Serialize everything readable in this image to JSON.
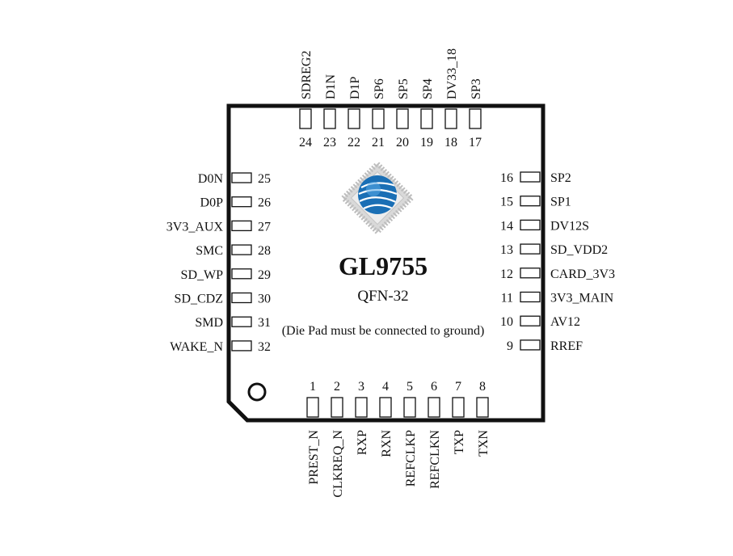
{
  "chip": {
    "name": "GL9755",
    "package": "QFN-32",
    "note": "(Die Pad must be connected to ground)"
  },
  "pins": {
    "top": [
      {
        "num": "24",
        "label": "SDREG2"
      },
      {
        "num": "23",
        "label": "D1N"
      },
      {
        "num": "22",
        "label": "D1P"
      },
      {
        "num": "21",
        "label": "SP6"
      },
      {
        "num": "20",
        "label": "SP5"
      },
      {
        "num": "19",
        "label": "SP4"
      },
      {
        "num": "18",
        "label": "DV33_18"
      },
      {
        "num": "17",
        "label": "SP3"
      }
    ],
    "left": [
      {
        "num": "25",
        "label": "D0N"
      },
      {
        "num": "26",
        "label": "D0P"
      },
      {
        "num": "27",
        "label": "3V3_AUX"
      },
      {
        "num": "28",
        "label": "SMC"
      },
      {
        "num": "29",
        "label": "SD_WP"
      },
      {
        "num": "30",
        "label": "SD_CDZ"
      },
      {
        "num": "31",
        "label": "SMD"
      },
      {
        "num": "32",
        "label": "WAKE_N"
      }
    ],
    "right": [
      {
        "num": "16",
        "label": "SP2"
      },
      {
        "num": "15",
        "label": "SP1"
      },
      {
        "num": "14",
        "label": "DV12S"
      },
      {
        "num": "13",
        "label": "SD_VDD2"
      },
      {
        "num": "12",
        "label": "CARD_3V3"
      },
      {
        "num": "11",
        "label": "3V3_MAIN"
      },
      {
        "num": "10",
        "label": "AV12"
      },
      {
        "num": "9",
        "label": "RREF"
      }
    ],
    "bottom": [
      {
        "num": "1",
        "label": "PREST_N"
      },
      {
        "num": "2",
        "label": "CLKREQ_N"
      },
      {
        "num": "3",
        "label": "RXP"
      },
      {
        "num": "4",
        "label": "RXN"
      },
      {
        "num": "5",
        "label": "REFCLKP"
      },
      {
        "num": "6",
        "label": "REFCLKN"
      },
      {
        "num": "7",
        "label": "TXP"
      },
      {
        "num": "8",
        "label": "TXN"
      }
    ]
  },
  "colors": {
    "outline": "#111111",
    "logo_blue": "#1a6fb5",
    "logo_frame": "#c9c9c9"
  },
  "icons": {
    "logo": "globe-chip-logo-icon",
    "pin1_marker": "pin1-circle-icon"
  }
}
